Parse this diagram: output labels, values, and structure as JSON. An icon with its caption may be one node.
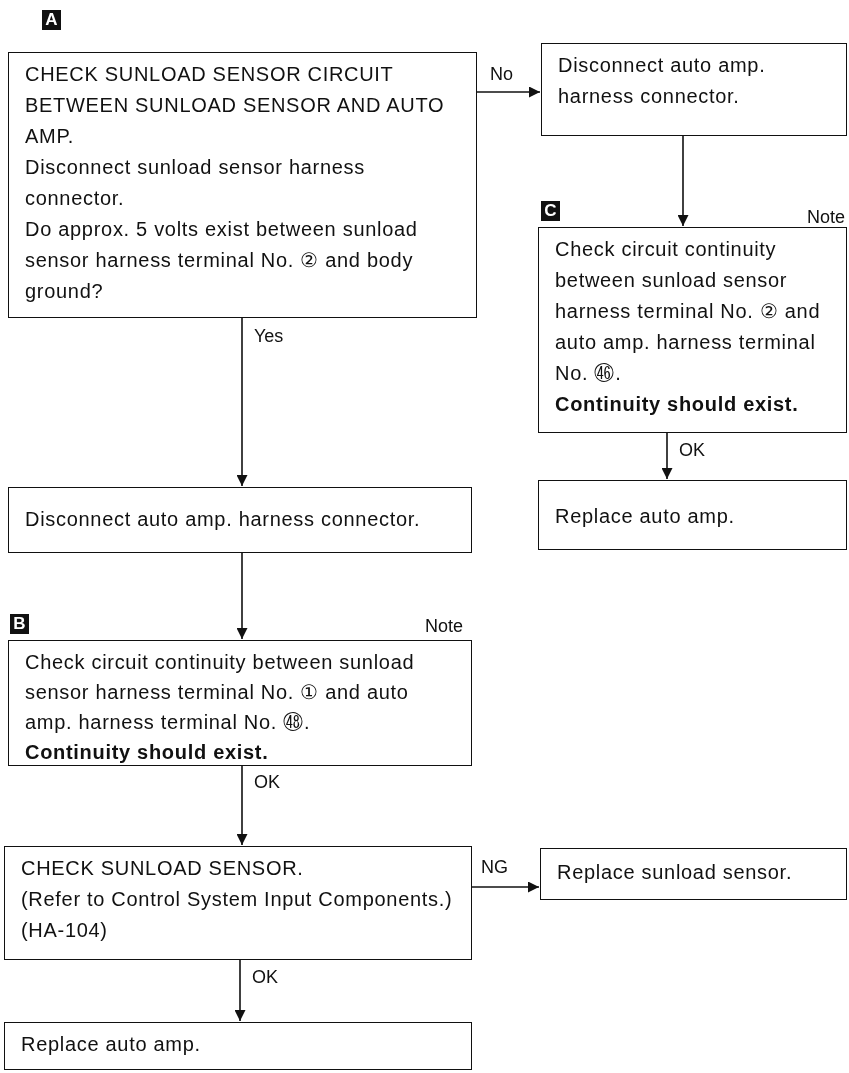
{
  "diagram": {
    "nodes": [
      {
        "text": [
          "CHECK SUNLOAD SENSOR CIRCUIT BETWEEN SUNLOAD SENSOR AND AUTO AMP.",
          "Disconnect sunload sensor harness connector.",
          "Do approx. 5 volts exist between sunload sensor harness terminal No. ② and body ground?"
        ],
        "beside": [
          "A"
        ]
      },
      {
        "text": [
          "Disconnect auto amp. harness connector."
        ]
      },
      {
        "text": [
          "Check circuit continuity between sunload sensor harness terminal No. ② and auto amp. harness terminal No. ㊻.",
          "Continuity should exist."
        ],
        "beside": [
          "C",
          "Note"
        ]
      },
      {
        "text": [
          "Replace auto amp."
        ]
      },
      {
        "text": [
          "Disconnect auto amp. harness connector."
        ]
      },
      {
        "text": [
          "Check circuit continuity between sunload sensor harness terminal No. ① and auto amp. harness terminal No. ㊽.",
          "Continuity should exist."
        ],
        "beside": [
          "B",
          "Note"
        ]
      },
      {
        "text": [
          "CHECK SUNLOAD SENSOR.",
          "(Refer to Control System Input Components.) (HA-104)"
        ]
      },
      {
        "text": [
          "Replace sunload sensor."
        ]
      },
      {
        "text": [
          "Replace auto amp."
        ]
      }
    ],
    "edges": [
      {
        "from": 0,
        "to": 1,
        "arrow": "to",
        "label": "No"
      },
      {
        "from": 0,
        "to": 4,
        "arrow": "to",
        "label": "Yes"
      },
      {
        "from": 1,
        "to": 2,
        "arrow": "to"
      },
      {
        "from": 2,
        "to": 3,
        "arrow": "to",
        "label": "OK"
      },
      {
        "from": 4,
        "to": 5,
        "arrow": "to"
      },
      {
        "from": 5,
        "to": 6,
        "arrow": "to",
        "label": "OK"
      },
      {
        "from": 6,
        "to": 7,
        "arrow": "to",
        "label": "NG"
      },
      {
        "from": 6,
        "to": 8,
        "arrow": "to",
        "label": "OK"
      }
    ]
  }
}
